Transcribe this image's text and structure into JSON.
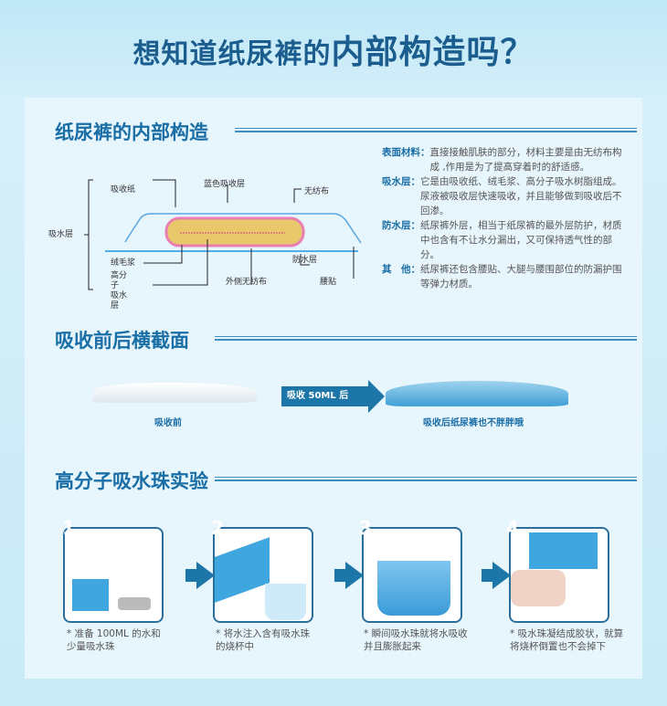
{
  "title": {
    "part1": "想知道纸尿裤的",
    "part2": "内部构造吗？"
  },
  "sections": [
    "纸尿裤的内部构造",
    "吸收前后横截面",
    "高分子吸水珠实验"
  ],
  "diagram": {
    "absorb_paper": "吸收纸",
    "blue_layer": "蓝色吸收层",
    "nonwoven": "无纺布",
    "absorbent_layer": "吸水层",
    "fluff": "绒毛浆",
    "sap": "高分子\n吸水层",
    "outer_nonwoven": "外侧无纺布",
    "waterproof": "防水层",
    "waist": "腰贴"
  },
  "descriptions": [
    {
      "key": "表面材料：",
      "text": "直接接触肌肤的部分，材料主要是由无纺布构成 ,作用是为了提高穿着时的舒适感。"
    },
    {
      "key": "吸水层：",
      "text": "它是由吸收纸、绒毛浆、高分子吸水树脂组成。尿液被吸收层快速吸收，并且能够做到吸收后不回渗。"
    },
    {
      "key": "防水层：",
      "text": "纸尿裤外层，相当于纸尿裤的最外层防护，材质中也含有不让水分漏出，又可保持透气性的部分。"
    },
    {
      "key": "其　他：",
      "text": "纸尿裤还包含腰贴、大腿与腰围部位的防漏护围等弹力材质。"
    }
  ],
  "cross": {
    "before": "吸收前",
    "arrow": "吸收 50ML 后",
    "after": "吸收后纸尿裤也不胖胖哦"
  },
  "steps": [
    {
      "n": "1",
      "text": "* 准备 100ML 的水和少量吸水珠"
    },
    {
      "n": "2",
      "text": "* 将水注入含有吸水珠的烧杯中"
    },
    {
      "n": "3",
      "text": "* 瞬间吸水珠就将水吸收并且膨胀起来"
    },
    {
      "n": "4",
      "text": "* 吸水珠凝结成胶状，就算将烧杯倒置也不会掉下"
    }
  ]
}
